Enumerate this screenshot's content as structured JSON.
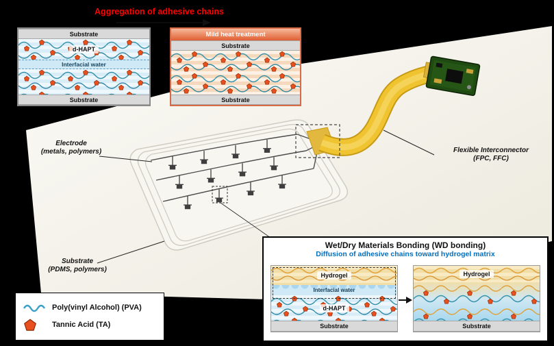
{
  "aggregation": {
    "title": "Aggregation of adhesive chains",
    "panel_before": {
      "substrate_top": "Substrate",
      "dhapt_label": "d-HAPT",
      "interfacial_label": "Interfacial water",
      "substrate_bottom": "Substrate"
    },
    "panel_after": {
      "header": "Mild heat treatment",
      "substrate_top": "Substrate",
      "substrate_bottom": "Substrate"
    }
  },
  "device": {
    "electrode_line1": "Electrode",
    "electrode_line2": "(metals, polymers)",
    "interconnector_line1": "Flexible Interconnector",
    "interconnector_line2": "(FPC, FFC)",
    "substrate_line1": "Substrate",
    "substrate_line2": "(PDMS, polymers)"
  },
  "wd": {
    "title": "Wet/Dry Materials Bonding (WD bonding)",
    "subtitle": "Diffusion of adhesive chains toward hydrogel matrix",
    "left": {
      "hydrogel": "Hydrogel",
      "interfacial": "Interfacial water",
      "dhapt": "d-HAPT",
      "substrate": "Substrate"
    },
    "right": {
      "hydrogel": "Hydrogel",
      "substrate": "Substrate"
    }
  },
  "legend": {
    "pva": "Poly(vinyl Alcohol) (PVA)",
    "ta": "Tannic Acid (TA)",
    "icons": {
      "pva": "wavy-chain",
      "ta": "pentagon"
    }
  },
  "colors": {
    "title_red": "#fe0000",
    "subtitle_blue": "#0070c0",
    "chain_teal": "#3593ab",
    "ta_orange_red": "#e8501f",
    "hydrogel_tan": "#f1dda6",
    "interfacial_blue": "#cfe9f7",
    "substrate_grey": "#d9d9d9",
    "ribbon_yellow": "#f0c330",
    "pcb_green": "#1f4a12",
    "heat_bar": "#df5f33"
  }
}
